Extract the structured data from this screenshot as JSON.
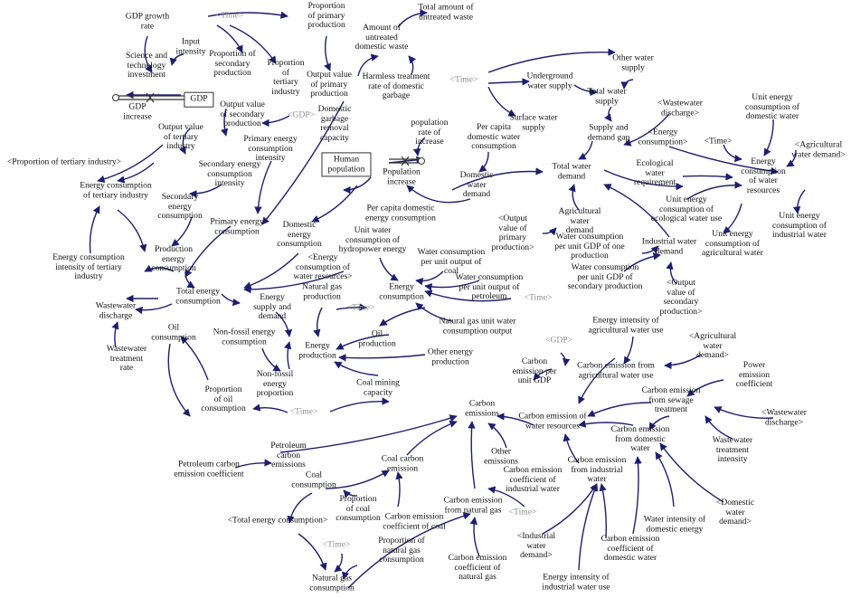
{
  "colors": {
    "link": "#1e1e6e",
    "text": "#111111",
    "shadow_text": "#8c8c8c",
    "stock_border": "#333333"
  },
  "nodes": {
    "gdp_growth_rate": "GDP growth\nrate",
    "time_top": "<Time>",
    "proportion_primary_production": "Proportion\nof primary\nproduction",
    "total_untreated_waste": "Total amount of\nuntreated waste",
    "input_intensity": "Input\nintensity",
    "science_tech_investment": "Science and\ntechnology\ninvestment",
    "proportion_secondary_production": "Proportion of\nsecondary\nproduction",
    "proportion_tertiary_industry": "Proportion\nof\ntertiary\nindustry",
    "output_primary_production": "Output value\nof primary\nproduction",
    "untreated_domestic_waste": "Amount of\nuntreated\ndomestic waste",
    "other_water_supply": "Other water\nsupply",
    "gdp_stock": "GDP",
    "gdp_increase": "GDP\nincrease",
    "harmless_treatment_rate": "Harmless treatment\nrate of domestic\ngarbage",
    "time_mid_top": "<Time>",
    "underground_water_supply": "Underground\nwater supply",
    "total_water_supply": "Total water\nsupply",
    "output_secondary_production": "Output value\nof secondary\nproduction",
    "gdp_shadow": "<GDP>",
    "domestic_garbage_removal": "Domestic\ngarbage\nremoval\ncapacity",
    "wastewater_discharge_shadow": "<Wastewater\ndischarge>",
    "unit_energy_domestic_water": "Unit energy\nconsumption of\ndomestic water",
    "output_tertiary_industry": "Output value\nof tertiary\nindustry",
    "population_rate_increase": "population\nrate of\nincrease",
    "per_capita_domestic_water": "Per capita\ndomestic water\nconsumption",
    "surface_water_supply": "Surface water\nsupply",
    "supply_demand_gap": "Supply and\ndemand gap",
    "energy_consumption_shadow": "<Energy\nconsumption>",
    "time_right": "<Time>",
    "agricultural_water_demand_shadow_top": "<Agricultural\nwater demand>",
    "primary_energy_intensity": "Primary energy\nconsumption\nintensity",
    "proportion_tertiary_shadow": "<Proportion of tertiary industry>",
    "human_population": "Human\npopulation",
    "population_increase": "Population\nincrease",
    "total_water_demand": "Total water\ndemand",
    "ecological_water_requirement": "Ecological\nwater\nrequirement",
    "energy_consumption_water_resources": "Energy\nconsumption\nof water\nresources",
    "secondary_energy_intensity": "Secondary energy\nconsumption\nintensity",
    "domestic_water_demand": "Domestic\nwater\ndemand",
    "energy_consumption_tertiary": "Energy consumption\nof tertiary industry",
    "secondary_energy_consumption": "Secondary\nenergy\nconsumption",
    "per_capita_domestic_energy": "Per capita domestic\nenergy consumption",
    "unit_energy_ecological_water": "Unit energy\nconsumption of\necological water use",
    "primary_energy_consumption": "Primary energy\nconsumption",
    "domestic_energy_consumption": "Domestic\nenergy\nconsumption",
    "output_primary_shadow": "<Output\nvalue of\nprimary\nproduction>",
    "agricultural_water_demand": "Agricultural\nwater\ndemand",
    "unit_energy_industrial_water": "Unit energy\nconsumption of\nindustrial water",
    "unit_energy_agricultural_water": "Unit energy\nconsumption of\nagricultural water",
    "production_energy_consumption": "Production\nenergy\nconsumption",
    "unit_water_hydropower": "Unit water\nconsumption of\nhydropower energy",
    "energy_consumption_water_resources_shadow": "<Energy\nconsumption of\nwater resources>",
    "water_per_gdp_primary": "Water consumption\nper unit GDP of one\nproduction",
    "industrial_water_demand": "Industrial water\ndemand",
    "energy_intensity_tertiary": "Energy consumption\nintensity of tertiary\nindustry",
    "water_output_coal": "Water consumption\nper unit output of\ncoal",
    "water_output_petroleum": "Water consumption\nper unit output of\npetroleum",
    "water_per_gdp_secondary": "Water consumption\nper unit GDP of\nsecondary production",
    "total_energy_consumption": "Total energy\nconsumption",
    "energy_supply_demand": "Energy\nsupply and\ndemand",
    "natural_gas_production": "Natural gas\nproduction",
    "energy_consumption": "Energy\nconsumption",
    "time_mid": "<Time>",
    "output_secondary_shadow": "<Output\nvalue of\nsecondary\nproduction>",
    "wastewater_discharge": "Wastewater\ndischarge",
    "natural_gas_unit_water": "Natural gas unit water\nconsumption output",
    "oil_consumption": "Oil\nconsumption",
    "non_fossil_energy_consumption": "Non-fossil energy\nconsumption",
    "oil_production": "Oil\nproduction",
    "energy_intensity_agricultural_water": "Energy intensity of\nagricultural water use",
    "energy_production": "Energy\nproduction",
    "gdp_shadow_2": "<GDP>",
    "agricultural_water_demand_shadow": "<Agricultural\nwater\ndemand>",
    "wastewater_treatment_rate": "Wastewater\ntreatment\nrate",
    "other_energy_production": "Other energy\nproduction",
    "carbon_emission_per_gdp": "Carbon\nemission per\nunit GDP",
    "carbon_agricultural_water": "Carbon emission from\nagricultural water use",
    "power_emission_coefficient": "Power\nemission\ncoefficient",
    "non_fossil_energy_proportion": "Non-fossil\nenergy\nproportion",
    "coal_mining_capacity": "Coal mining\ncapacity",
    "carbon_sewage_treatment": "Carbon emission\nfrom sewage\ntreatment",
    "proportion_oil_consumption": "Proportion\nof oil\nconsumption",
    "wastewater_discharge_shadow_2": "<Wastewater\ndischarge>",
    "time_lower": "<Time>",
    "carbon_emissions": "Carbon\nemissions",
    "carbon_water_resources": "Carbon emission of\nwater resources",
    "carbon_domestic_water": "Carbon emission\nfrom domestic\nwater",
    "wastewater_treatment_intensity": "Wastewater\ntreatment\nintensity",
    "petroleum_carbon_emissions": "Petroleum\ncarbon\nemissions",
    "other_emissions": "Other\nemissions",
    "petroleum_carbon_coefficient": "Petroleum carbon\nemission coefficient",
    "coal_carbon_emission": "Coal carbon\nemission",
    "carbon_industrial_water": "Carbon emission\nfrom industrial\nwater",
    "carbon_coefficient_industrial_water": "Carbon emission\ncoefficient of\nindustrial water",
    "coal_consumption": "Coal\nconsumption",
    "proportion_coal_consumption": "Proportion\nof coal\nconsumption",
    "carbon_natural_gas": "Carbon emission\nfrom natural gas",
    "time_bottom_mid": "<Time>",
    "domestic_water_demand_shadow": "<Domestic\nwater\ndemand>",
    "total_energy_consumption_shadow": "<Total energy consumption>",
    "carbon_coefficient_coal": "Carbon emission\ncoefficient of coal",
    "water_intensity_domestic_energy": "Water intensity of\ndomestic energy",
    "time_bottom": "<Time>",
    "proportion_natural_gas": "Proportion of\nnatural gas\nconsumption",
    "industrial_water_demand_shadow": "<Industrial\nwater\ndemand>",
    "carbon_coefficient_domestic_water": "Carbon emission\ncoefficient of\ndomestic water",
    "carbon_coefficient_natural_gas": "Carbon emission\ncoefficient of\nnatural gas",
    "natural_gas_consumption": "Natural gas\nconsumption",
    "energy_intensity_industrial_water": "Energy intensity of\nindustrial water use"
  }
}
